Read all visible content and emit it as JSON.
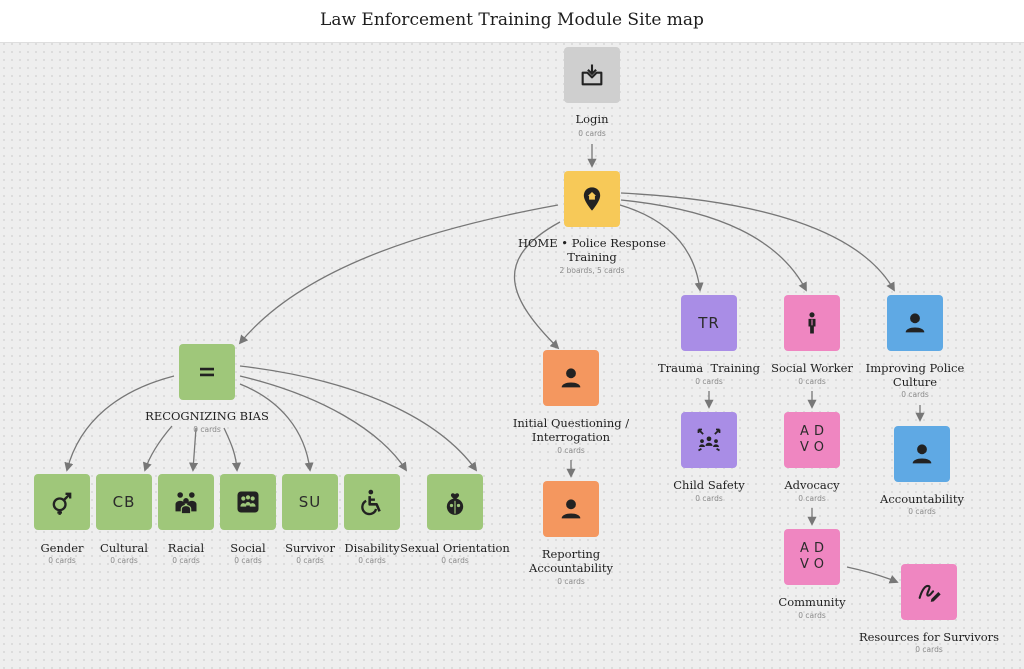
{
  "title": "Law Enforcement Training Module Site map",
  "colors": {
    "gray": "#cfcfcf",
    "yellow": "#f7c958",
    "green": "#9fc77a",
    "orange": "#f4975f",
    "purple": "#a98de6",
    "pink": "#ef86c1",
    "blue": "#5fa9e4",
    "connector": "#777777"
  },
  "nodes": {
    "login": {
      "label": "Login",
      "count": "0 cards",
      "icon": "inbox-download-icon"
    },
    "home": {
      "label": "HOME • Police Response Training",
      "count": "2 boards, 5 cards",
      "icon": "map-pin-home-icon"
    },
    "bias": {
      "label": "RECOGNIZING BIAS",
      "count": "0 cards",
      "icon": "equals-icon"
    },
    "gender": {
      "label": "Gender",
      "count": "0 cards",
      "icon": "gender-symbols-icon"
    },
    "cultural": {
      "label": "Cultural",
      "count": "0 cards",
      "initials": "CB"
    },
    "racial": {
      "label": "Racial",
      "count": "0 cards",
      "icon": "people-group-icon"
    },
    "social": {
      "label": "Social",
      "count": "0 cards",
      "icon": "social-group-icon"
    },
    "survivor": {
      "label": "Survivor",
      "count": "0 cards",
      "initials": "SU"
    },
    "disability": {
      "label": "Disability",
      "count": "0 cards",
      "icon": "wheelchair-icon"
    },
    "sexual": {
      "label": "Sexual Orientation",
      "count": "0 cards",
      "icon": "faces-heart-icon"
    },
    "initial": {
      "label": "Initial Questioning / Interrogation",
      "count": "0 cards",
      "icon": "person-icon"
    },
    "reporting": {
      "label": "Reporting Accountability",
      "count": "0 cards",
      "icon": "person-icon"
    },
    "trauma": {
      "label": "Trauma  Training",
      "count": "0 cards",
      "initials": "TR"
    },
    "child": {
      "label": "Child Safety",
      "count": "0 cards",
      "icon": "people-arrows-icon"
    },
    "socialworker": {
      "label": "Social Worker",
      "count": "0 cards",
      "icon": "standing-person-icon"
    },
    "advocacy": {
      "label": "Advocacy",
      "count": "0 cards",
      "initials": "AD VO"
    },
    "community": {
      "label": "Community",
      "count": "0 cards",
      "initials": "AD VO"
    },
    "resources": {
      "label": "Resources for Survivors",
      "count": "0 cards",
      "icon": "pencil-icon"
    },
    "improving": {
      "label": "Improving Police Culture",
      "count": "0 cards",
      "icon": "person-icon"
    },
    "accountability": {
      "label": "Accountability",
      "count": "0 cards",
      "icon": "person-icon"
    }
  }
}
